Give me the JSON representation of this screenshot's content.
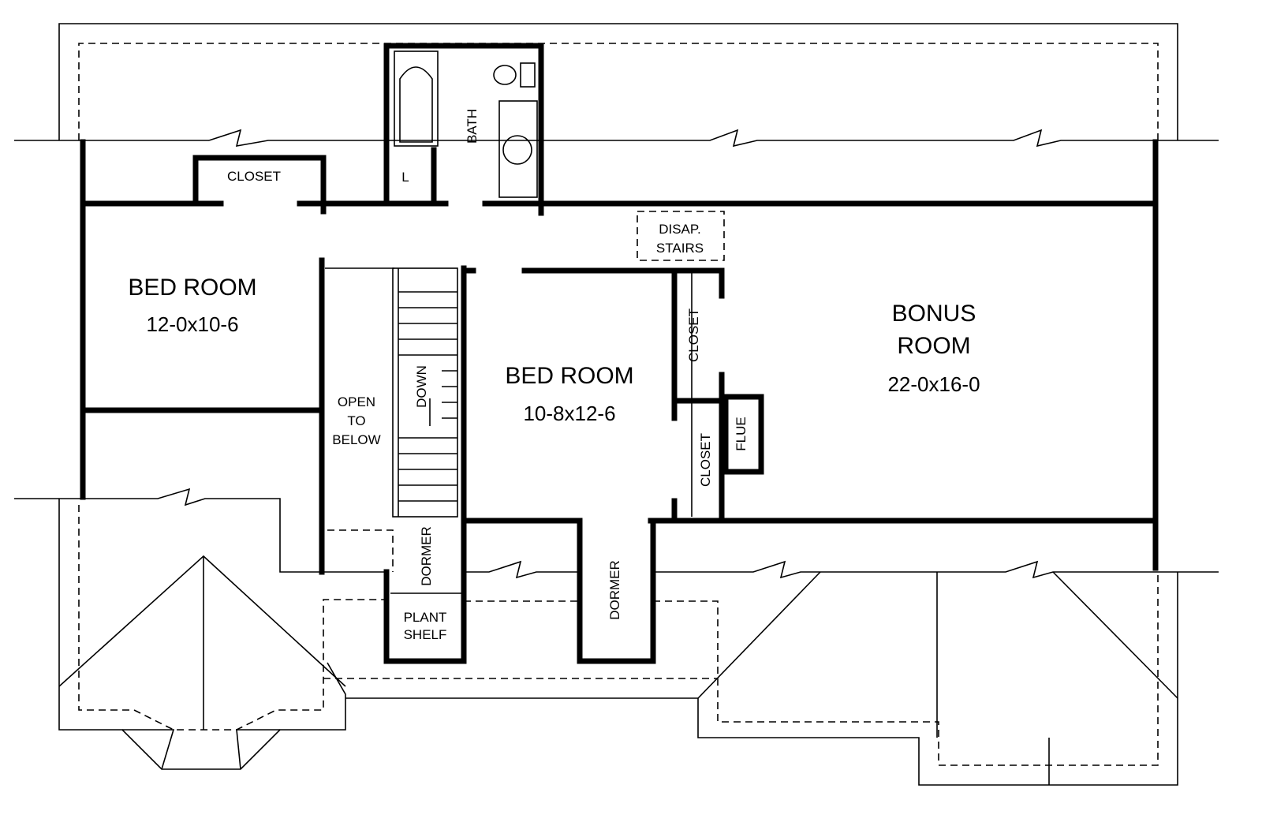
{
  "plan": {
    "rooms": {
      "bed_room_1": {
        "name": "BED ROOM",
        "size": "12-0x10-6"
      },
      "bed_room_2": {
        "name": "BED ROOM",
        "size": "10-8x12-6"
      },
      "bonus_room": {
        "name_line1": "BONUS",
        "name_line2": "ROOM",
        "size": "22-0x16-0"
      }
    },
    "labels": {
      "closet_top": "CLOSET",
      "linen": "L",
      "bath": "BATH",
      "disap_line1": "DISAP.",
      "disap_line2": "STAIRS",
      "open_line1": "OPEN",
      "open_line2": "TO",
      "open_line3": "BELOW",
      "down": "DOWN",
      "closet_upper": "CLOSET",
      "closet_lower": "CLOSET",
      "flue": "FLUE",
      "dormer_left": "DORMER",
      "dormer_center": "DORMER",
      "plant_line1": "PLANT",
      "plant_line2": "SHELF"
    },
    "colors": {
      "line": "#000000",
      "background": "#ffffff"
    }
  }
}
